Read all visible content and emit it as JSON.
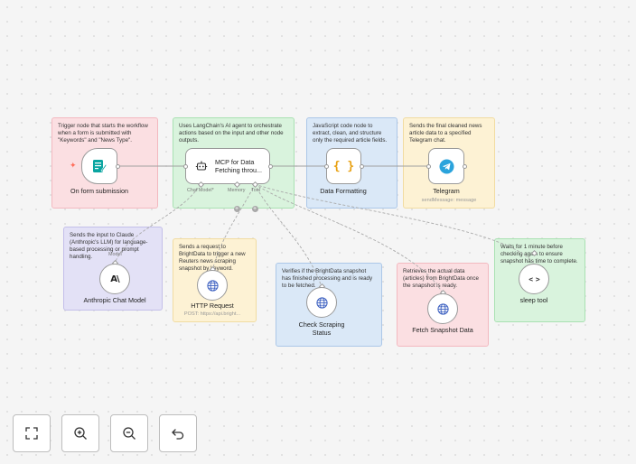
{
  "colors": {
    "form_accent": "#ff6d5a",
    "telegram": "#2aa3dc",
    "code_braces": "#e8a010",
    "globe": "#3b5fc0"
  },
  "stickies": {
    "trigger": "Trigger node that starts the workflow when a form is submitted with \"Keywords\" and \"News Type\".",
    "agent": "Uses LangChain's AI agent to orchestrate actions based on the input and other node outputs.",
    "format": "JavaScript code node to extract, clean, and structure only the required article fields.",
    "telegram": "Sends the final cleaned news article data to a specified Telegram chat.",
    "claude": "Sends the input to Claude (Anthropic's LLM) for language-based processing or prompt handling.",
    "http": "Sends a request to BrightData to trigger a new Reuters news scraping snapshot by keyword.",
    "check": "Verifies if the BrightData snapshot has finished processing and is ready to be fetched.",
    "fetch": "Retrieves the actual data (articles) from BrightData once the snapshot is ready.",
    "sleep": "Waits for 1 minute before checking again to ensure snapshot has time to complete."
  },
  "nodes": {
    "form": {
      "label": "On form submission",
      "icon": "form-icon"
    },
    "agent": {
      "title": "MCP for Data Fetching throu...",
      "icon": "robot-icon",
      "ports": {
        "chat_model": "Chat Model*",
        "memory": "Memory",
        "tool": "Tool"
      }
    },
    "format": {
      "label": "Data Formatting",
      "icon": "code-braces-icon",
      "glyph": "{ }"
    },
    "telegram": {
      "label": "Telegram",
      "sub": "sendMessage: message",
      "icon": "telegram-icon"
    },
    "claude": {
      "label": "Anthropic Chat Model",
      "port_label": "Model",
      "icon": "anthropic-icon",
      "glyph": "A\\"
    },
    "http": {
      "label": "HTTP Request",
      "sub": "POST: https://api.bright...",
      "icon": "globe-icon"
    },
    "check": {
      "label": "Check Scraping Status",
      "icon": "globe-icon"
    },
    "fetch": {
      "label": "Fetch Snapshot Data",
      "icon": "globe-icon"
    },
    "sleep": {
      "label": "sleep tool",
      "icon": "code-tag-icon",
      "glyph": "< >"
    }
  },
  "controls": [
    {
      "name": "fit-view-button",
      "icon": "expand-icon"
    },
    {
      "name": "zoom-in-button",
      "icon": "zoom-in-icon"
    },
    {
      "name": "zoom-out-button",
      "icon": "zoom-out-icon"
    },
    {
      "name": "reset-button",
      "icon": "undo-icon"
    }
  ]
}
